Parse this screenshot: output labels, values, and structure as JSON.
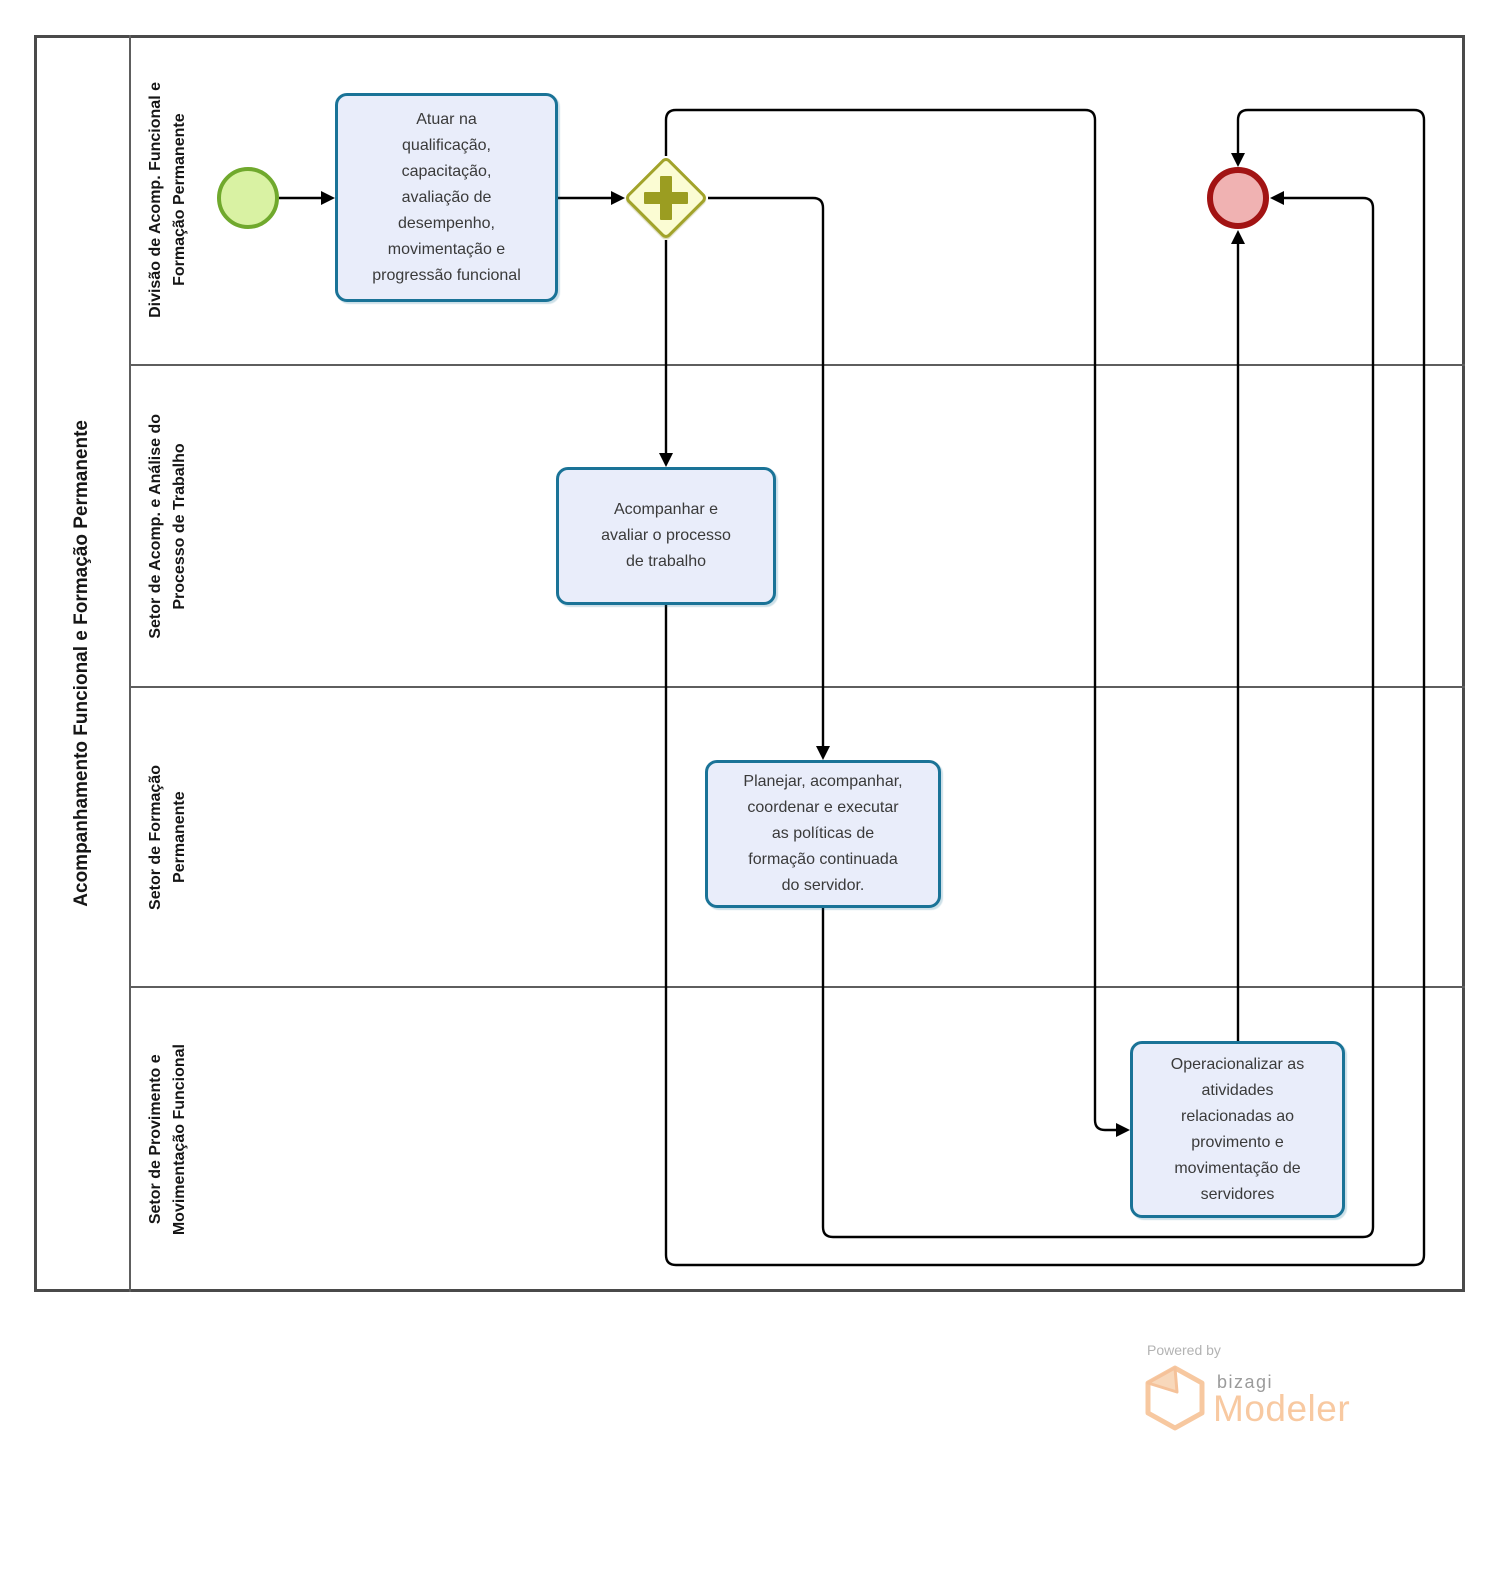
{
  "pool": {
    "title": "Acompanhamento Funcional e Formação Permanente",
    "lanes": [
      {
        "label": "Divisão de Acomp. Funcional e\nFormação Permanente"
      },
      {
        "label": "Setor de Acomp. e Análise do\nProcesso de Trabalho"
      },
      {
        "label": "Setor de Formação\nPermanente"
      },
      {
        "label": "Setor de Provimento e\nMovimentação Funcional"
      }
    ]
  },
  "nodes": {
    "task_atuar": {
      "label": "Atuar na\nqualificação,\ncapacitação,\navaliação de\ndesempenho,\nmovimentação e\nprogressão funcional"
    },
    "task_acompanhar": {
      "label": "Acompanhar e\navaliar o processo\nde trabalho"
    },
    "task_planejar": {
      "label": "Planejar, acompanhar,\ncoordenar e executar\nas políticas de\nformação continuada\ndo servidor."
    },
    "task_operacionalizar": {
      "label": "Operacionalizar as\natividades\nrelacionadas ao\nprovimento e\nmovimentação de\nservidores"
    },
    "gateway_symbol": "+"
  },
  "branding": {
    "powered_by": "Powered by",
    "brand": "bizagi",
    "product": "Modeler"
  },
  "colors": {
    "task_border": "#1a7397",
    "task_fill": "#e9edfa",
    "start_border": "#70a92d",
    "start_fill": "#d9f2a3",
    "end_border": "#a21313",
    "end_fill": "#f0b2b2",
    "gw_border": "#a2a32a",
    "gw_fill": "#fbfcd3",
    "gw_plus": "#9b9d21",
    "pool_border": "#4a4a4a",
    "lane_line": "#5e5e5e",
    "flow": "#010101",
    "text": "#3a3a3a",
    "brand_orange": "#f8c9a1",
    "brand_gray": "#9b9b9b",
    "muted_gray": "#b3b3b3"
  }
}
